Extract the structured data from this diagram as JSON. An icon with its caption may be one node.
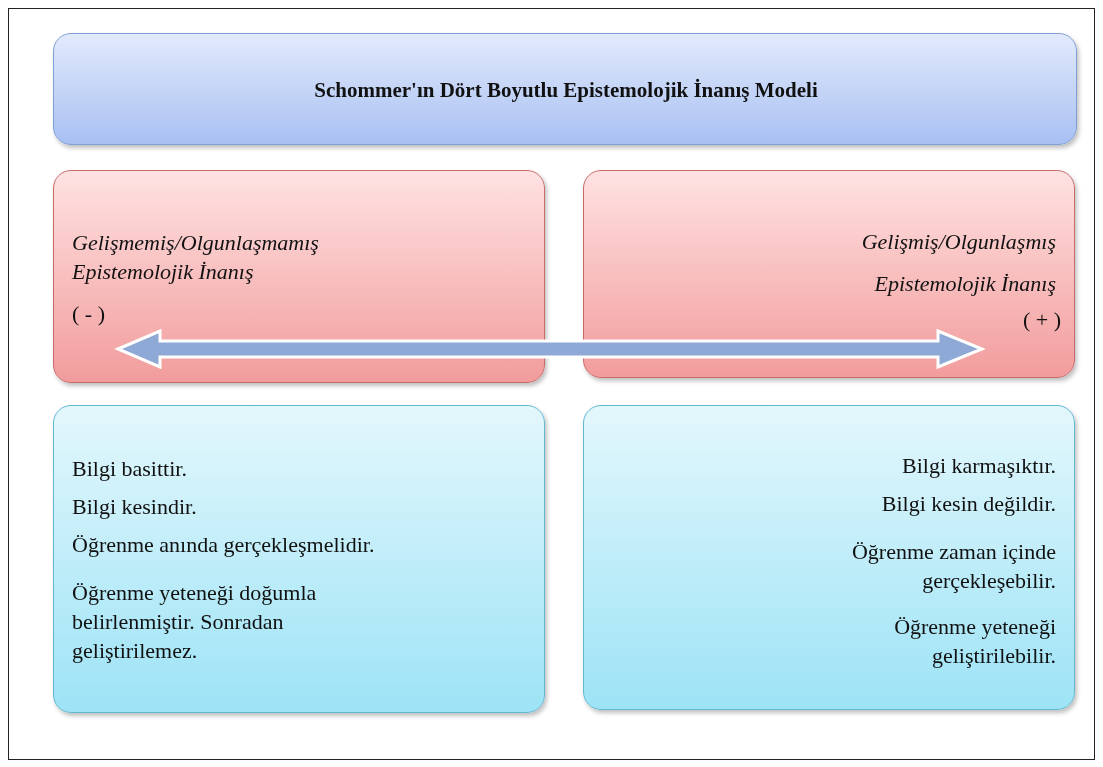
{
  "diagram": {
    "nodes": [
      {
        "text": [
          "Schommer'ın Dört Boyutlu Epistemolojik İnanış Modeli"
        ]
      },
      {
        "text": [
          "Gelişmemiş/Olgunlaşmamış Epistemolojik İnanış",
          "( - )"
        ]
      },
      {
        "text": [
          "Gelişmiş/Olgunlaşmış Epistemolojik İnanış",
          "( + )"
        ]
      },
      {
        "text": [
          "Bilgi basittir.",
          "Bilgi kesindir.",
          "Öğrenme anında gerçekleşmelidir.",
          "Öğrenme yeteneği doğumla belirlenmiştir. Sonradan geliştirilemez."
        ]
      },
      {
        "text": [
          "Bilgi karmaşıktır.",
          "Bilgi kesin değildir.",
          "Öğrenme zaman içinde gerçekleşebilir.",
          "Öğrenme yeteneği geliştirilebilir."
        ]
      }
    ]
  }
}
